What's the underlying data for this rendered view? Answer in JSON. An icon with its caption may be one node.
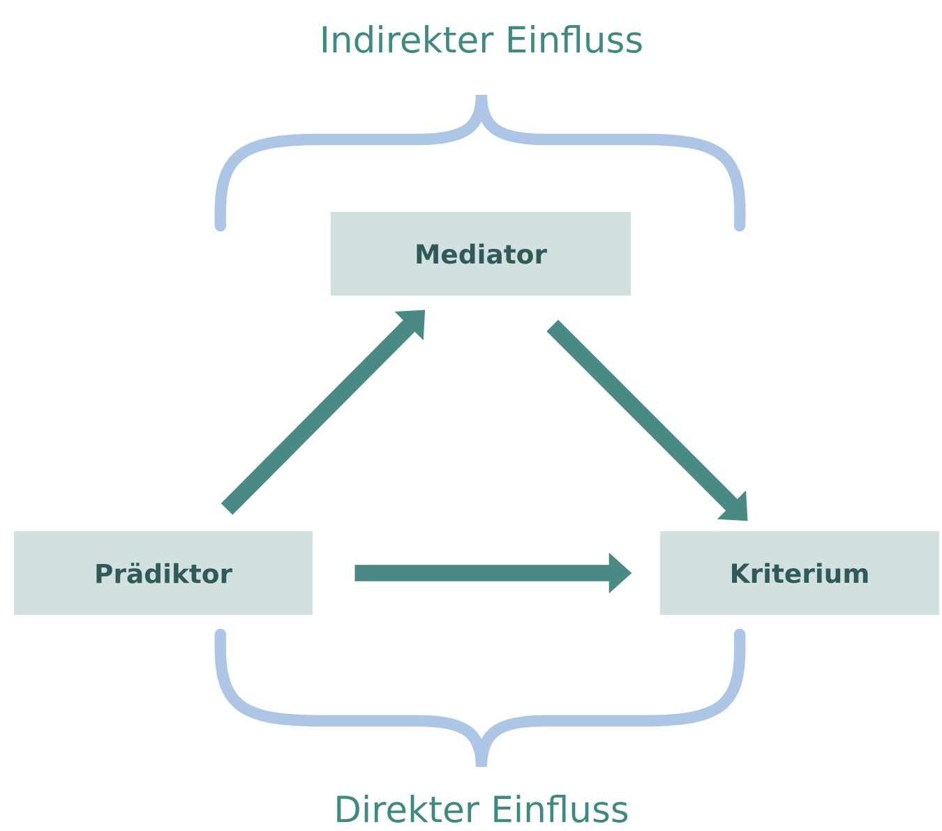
{
  "diagram": {
    "nodes": [
      {
        "text": [
          "Mediator"
        ]
      },
      {
        "text": [
          "Prädiktor"
        ]
      },
      {
        "text": [
          "Kriterium"
        ]
      }
    ],
    "edges": [
      {
        "from": 1,
        "to": 0,
        "arrow": "to"
      },
      {
        "from": 0,
        "to": 2,
        "arrow": "to"
      },
      {
        "from": 1,
        "to": 2,
        "arrow": "to"
      }
    ],
    "labels": [
      "Indirekter Einfluss",
      "Direkter Einfluss"
    ]
  }
}
